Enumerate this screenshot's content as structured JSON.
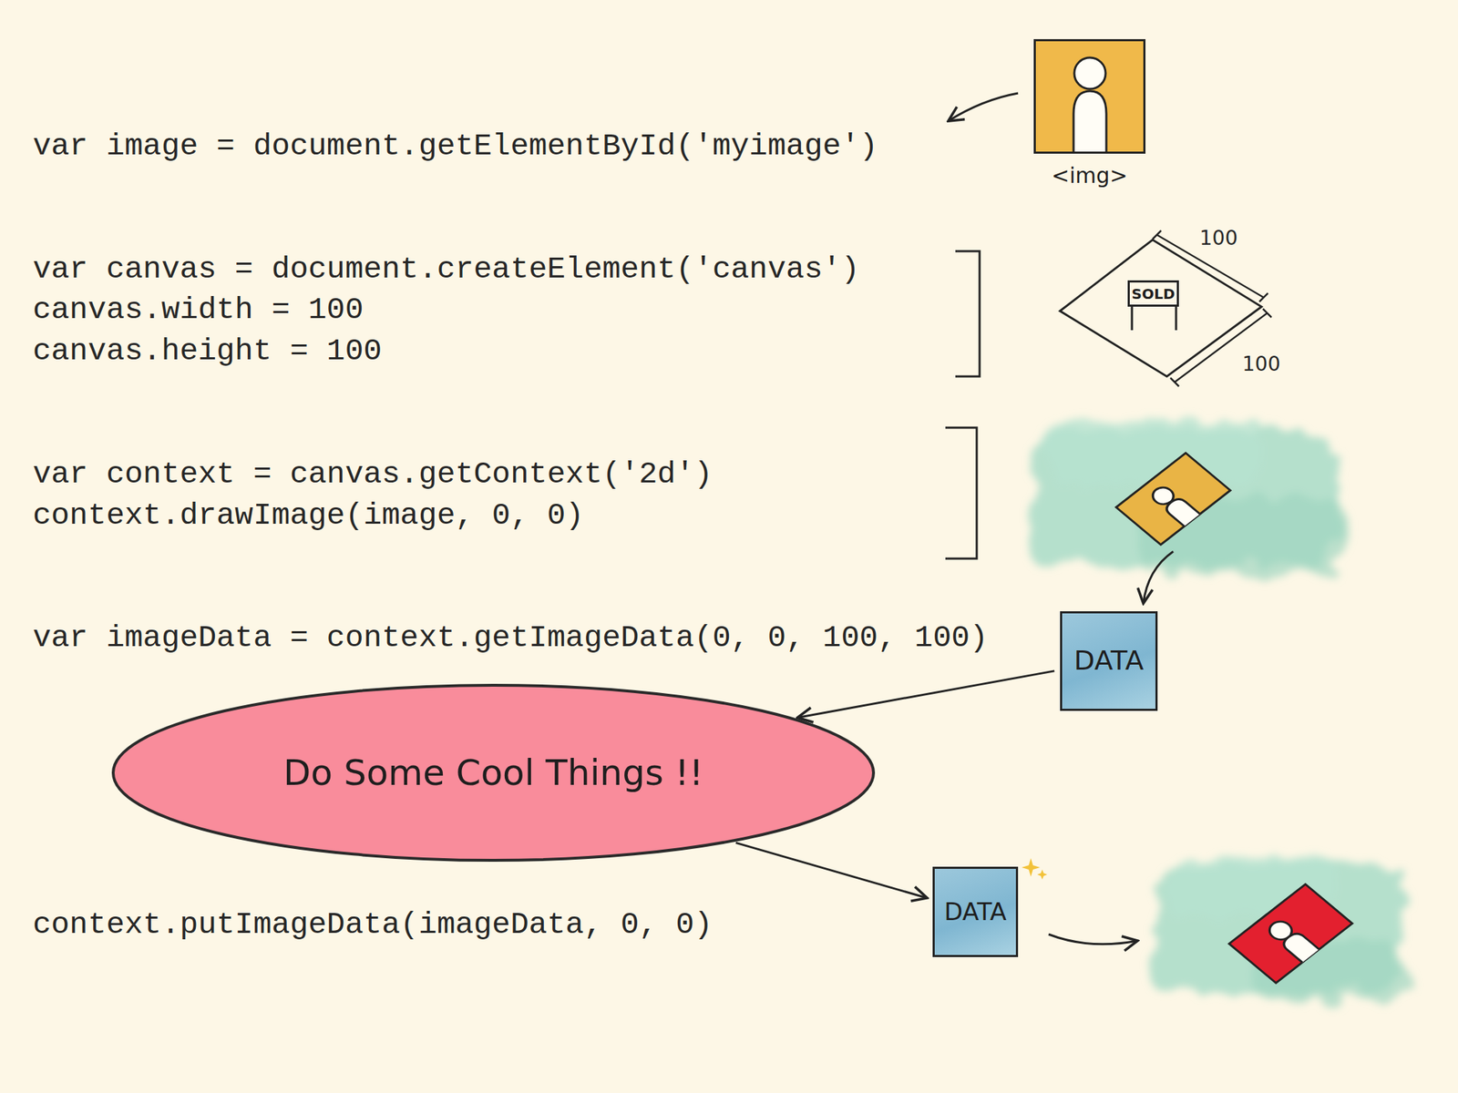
{
  "diagram": {
    "nodes": [
      {
        "text": [
          "<img>"
        ]
      },
      {
        "text": [
          "SOLD"
        ]
      },
      {
        "text": [
          "DATA"
        ]
      },
      {
        "text": [
          "Do Some Cool Things !!"
        ]
      },
      {
        "text": [
          "DATA"
        ]
      }
    ],
    "edges": [
      {
        "from": 2,
        "to": 3,
        "arrow": "to"
      },
      {
        "from": 3,
        "to": 4,
        "arrow": "to"
      }
    ],
    "labels": [
      "var image = document.getElementById('myimage')",
      "var canvas = document.createElement('canvas')",
      "canvas.width = 100",
      "canvas.height = 100",
      "var context = canvas.getContext('2d')",
      "context.drawImage(image, 0, 0)",
      "var imageData = context.getImageData(0, 0, 100, 100)",
      "context.putImageData(imageData, 0, 0)",
      "100",
      "100"
    ]
  }
}
